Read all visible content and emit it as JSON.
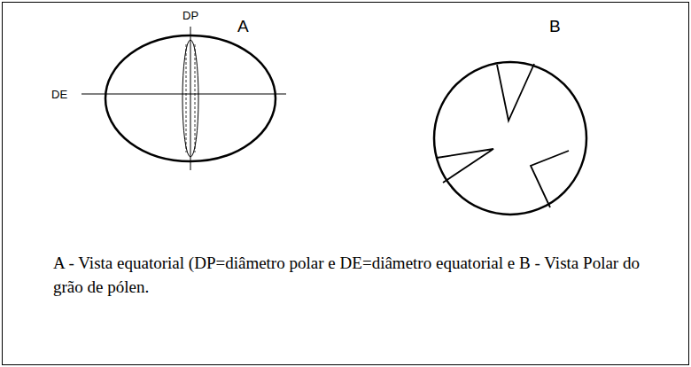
{
  "diagram": {
    "caption": "A - Vista equatorial (DP=diâmetro polar e DE=diâmetro equatorial e B - Vista Polar do grão de pólen.",
    "labels": [
      "DP",
      "A",
      "DE",
      "B"
    ]
  }
}
